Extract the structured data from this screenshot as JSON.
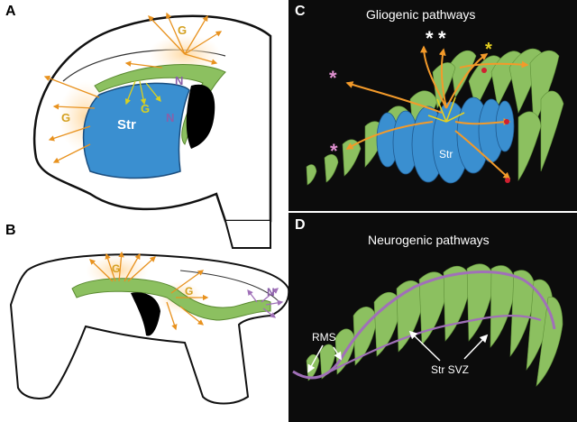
{
  "panels": [
    {
      "letter": "A"
    },
    {
      "letter": "B"
    },
    {
      "letter": "C",
      "title": "Gliogenic pathways"
    },
    {
      "letter": "D",
      "title": "Neurogenic pathways"
    }
  ],
  "labels": {
    "str": "Str",
    "glial": "G",
    "neuronal": "N",
    "star": "*",
    "rms": "RMS",
    "str_svz": "Str SVZ"
  },
  "colors": {
    "striatum_blue": "#3a8fd0",
    "svz_green": "#8cc060",
    "glial_orange": "#f0a030",
    "neuro_purple": "#a070b8",
    "panel_dark": "#0c0c0c"
  }
}
